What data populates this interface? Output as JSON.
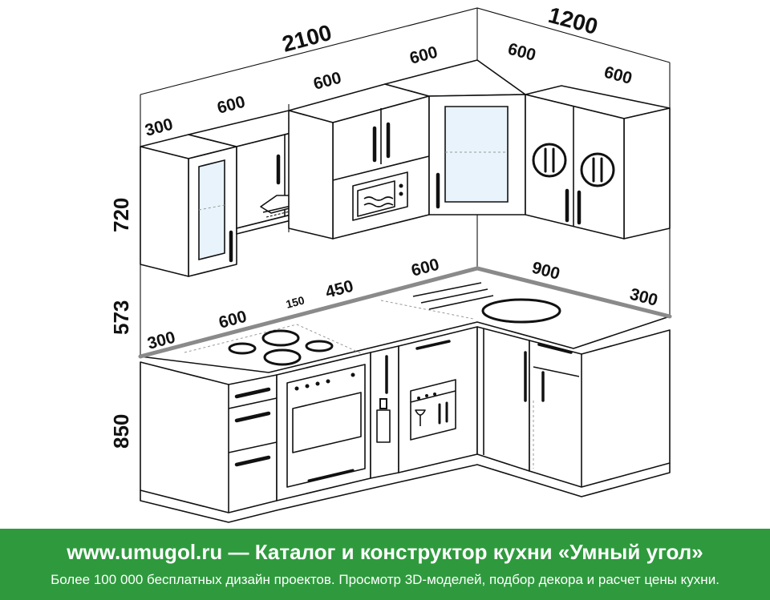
{
  "dimensions": {
    "upper": {
      "total_back": "2100",
      "total_side": "1200",
      "seg_300": "300",
      "seg_600_a": "600",
      "seg_600_b": "600",
      "seg_600_corner": "600",
      "seg_600_side_a": "600",
      "seg_600_side_b": "600"
    },
    "height_upper": "720",
    "height_gap": "573",
    "height_lower": "850",
    "counter": {
      "seg_300": "300",
      "seg_600": "600",
      "seg_150": "150",
      "seg_450": "450",
      "seg_600_corner": "600",
      "seg_900": "900",
      "seg_300_side": "300"
    }
  },
  "footer": {
    "title": "www.umugol.ru — Каталог и конструктор кухни «Умный угол»",
    "subtitle": "Более 100 000 бесплатных дизайн проектов. Просмотр 3D-моделей, подбор декора и расчет цены кухни."
  },
  "colors": {
    "footer_bg": "#2e9a3d",
    "footer_text": "#ffffff",
    "glass": "#e8f3fb",
    "countertop_edge": "#8a8a8a"
  },
  "icons": [
    "cutlery-icon",
    "microwave-icon",
    "range-hood-icon",
    "oven-icon",
    "dishwasher-icon",
    "bottle-icon",
    "sink-icon",
    "hob-icon"
  ]
}
